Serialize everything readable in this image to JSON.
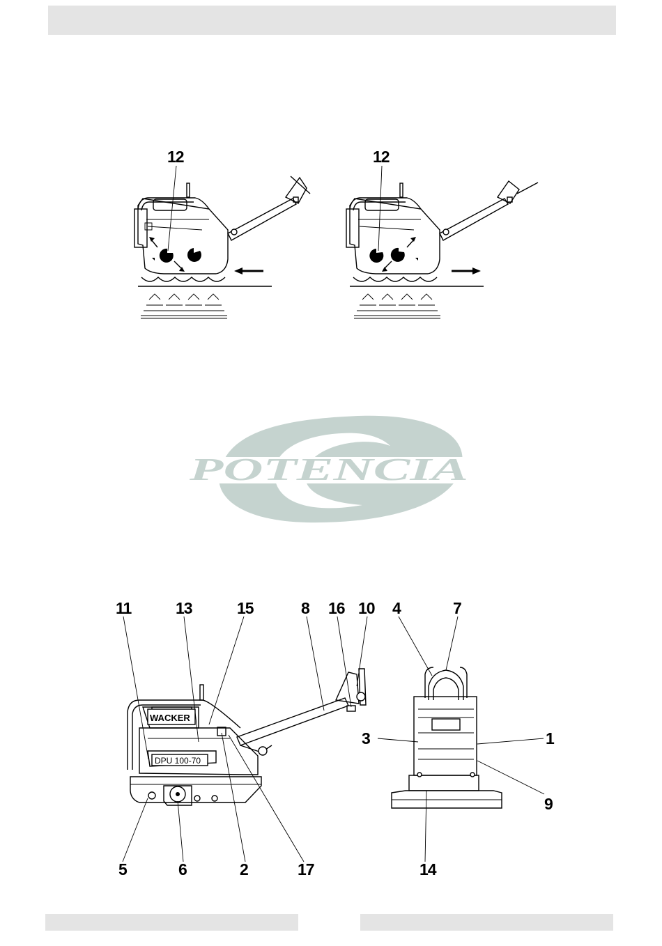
{
  "figure_top": {
    "left_label": "12",
    "right_label": "12"
  },
  "logo": {
    "text": "POTENCIA",
    "color": "#c5d3cf"
  },
  "figure_bottom": {
    "labels_top": [
      "11",
      "13",
      "15",
      "8",
      "16",
      "10",
      "4",
      "7"
    ],
    "labels_side": [
      "3",
      "1",
      "9"
    ],
    "labels_bottom": [
      "5",
      "6",
      "2",
      "17",
      "14"
    ],
    "brand_plate": "WACKER",
    "model_plate": "DPU 100-70"
  }
}
